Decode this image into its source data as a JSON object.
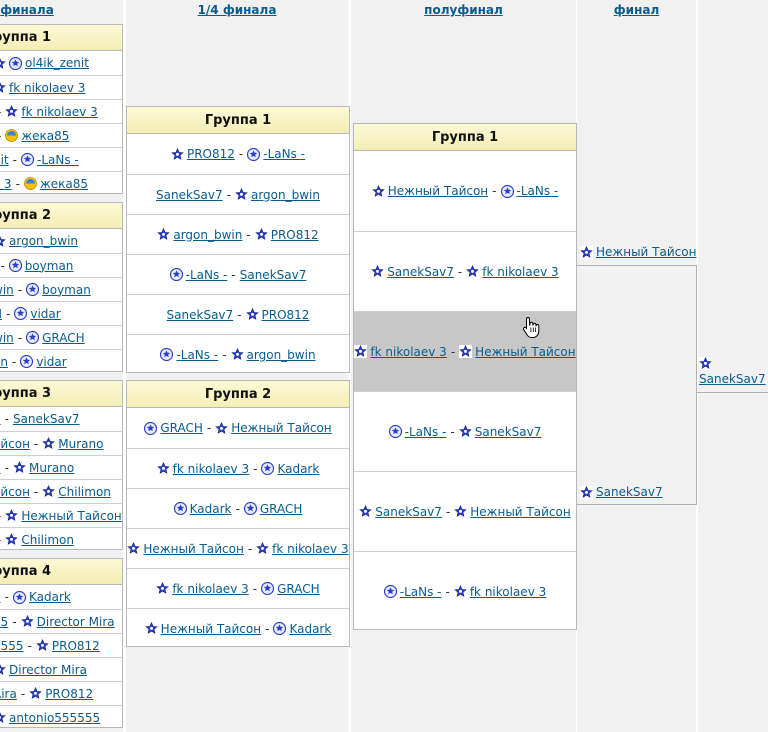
{
  "columns": {
    "r16": "финала",
    "qf": "1/4 финала",
    "sf": "полуфинал",
    "final": "финал"
  },
  "groups_r16": [
    {
      "title": "руппа 1",
      "rows": [
        {
          "a": {
            "name": "",
            "icon": "star-user-icon"
          },
          "b": {
            "name": "ol4ik_zenit",
            "icon": "badge-user-icon"
          },
          "sep": ""
        },
        {
          "a": {
            "name": "",
            "icon": ""
          },
          "b": {
            "name": "fk nikolaev 3",
            "icon": "star-user-icon"
          },
          "sep": ""
        },
        {
          "a": {
            "name": "",
            "icon": ""
          },
          "b": {
            "name": "fk nikolaev 3",
            "icon": "star-user-icon"
          },
          "sep": "-"
        },
        {
          "a": {
            "name": "",
            "icon": ""
          },
          "b": {
            "name": "жека85",
            "icon": "sun-user-icon"
          },
          "sep": "-"
        },
        {
          "a": {
            "name": "nit",
            "icon": ""
          },
          "b": {
            "name": "-LaNs -",
            "icon": "badge-user-icon"
          },
          "sep": "-"
        },
        {
          "a": {
            "name": "v 3",
            "icon": ""
          },
          "b": {
            "name": "жека85",
            "icon": "sun-user-icon"
          },
          "sep": "-"
        }
      ]
    },
    {
      "title": "руппа 2",
      "rows": [
        {
          "a": {
            "name": "",
            "icon": ""
          },
          "b": {
            "name": "argon_bwin",
            "icon": "star-user-icon"
          },
          "sep": ""
        },
        {
          "a": {
            "name": "l",
            "icon": ""
          },
          "b": {
            "name": "boyman",
            "icon": "badge-user-icon"
          },
          "sep": "-"
        },
        {
          "a": {
            "name": "win",
            "icon": ""
          },
          "b": {
            "name": "boyman",
            "icon": "badge-user-icon"
          },
          "sep": "-"
        },
        {
          "a": {
            "name": "H",
            "icon": ""
          },
          "b": {
            "name": "vidar",
            "icon": "badge-user-icon"
          },
          "sep": "-"
        },
        {
          "a": {
            "name": "win",
            "icon": ""
          },
          "b": {
            "name": "GRACH",
            "icon": "badge-user-icon"
          },
          "sep": "-"
        },
        {
          "a": {
            "name": "an",
            "icon": ""
          },
          "b": {
            "name": "vidar",
            "icon": "badge-user-icon"
          },
          "sep": "-"
        }
      ]
    },
    {
      "title": "руппа 3",
      "rows": [
        {
          "a": {
            "name": "n",
            "icon": ""
          },
          "b": {
            "name": "SanekSav7",
            "icon": ""
          },
          "sep": "-"
        },
        {
          "a": {
            "name": "айсон",
            "icon": ""
          },
          "b": {
            "name": "Murano",
            "icon": "star-user-icon"
          },
          "sep": "-"
        },
        {
          "a": {
            "name": "7",
            "icon": ""
          },
          "b": {
            "name": "Murano",
            "icon": "star-user-icon"
          },
          "sep": "-"
        },
        {
          "a": {
            "name": "айсон",
            "icon": ""
          },
          "b": {
            "name": "Chilimon",
            "icon": "star-user-icon"
          },
          "sep": "-"
        },
        {
          "a": {
            "name": "",
            "icon": ""
          },
          "b": {
            "name": "Нежный Тайсон",
            "icon": "star-user-icon"
          },
          "sep": "-"
        },
        {
          "a": {
            "name": "",
            "icon": ""
          },
          "b": {
            "name": "Chilimon",
            "icon": "star-user-icon"
          },
          "sep": "-"
        }
      ]
    },
    {
      "title": "руппа 4",
      "rows": [
        {
          "a": {
            "name": "2",
            "icon": ""
          },
          "b": {
            "name": "Kadark",
            "icon": "badge-user-icon"
          },
          "sep": "-"
        },
        {
          "a": {
            "name": "55",
            "icon": ""
          },
          "b": {
            "name": "Director Mira",
            "icon": "star-user-icon"
          },
          "sep": "-"
        },
        {
          "a": {
            "name": "5555",
            "icon": ""
          },
          "b": {
            "name": "PRO812",
            "icon": "star-user-icon"
          },
          "sep": "-"
        },
        {
          "a": {
            "name": "",
            "icon": ""
          },
          "b": {
            "name": "Director Mira",
            "icon": "star-user-icon"
          },
          "sep": ""
        },
        {
          "a": {
            "name": "Aira",
            "icon": ""
          },
          "b": {
            "name": "PRO812",
            "icon": "star-user-icon"
          },
          "sep": "-"
        },
        {
          "a": {
            "name": "",
            "icon": ""
          },
          "b": {
            "name": "antonio555555",
            "icon": "star-user-icon"
          },
          "sep": ""
        }
      ]
    }
  ],
  "groups_qf": [
    {
      "title": "Группа 1",
      "rows": [
        {
          "a": {
            "name": "PRO812",
            "icon": "star-user-icon"
          },
          "b": {
            "name": "-LaNs -",
            "icon": "badge-user-icon"
          }
        },
        {
          "a": {
            "name": "SanekSav7",
            "icon": ""
          },
          "b": {
            "name": "argon_bwin",
            "icon": "star-user-icon"
          }
        },
        {
          "a": {
            "name": "argon_bwin",
            "icon": "star-user-icon"
          },
          "b": {
            "name": "PRO812",
            "icon": "star-user-icon"
          }
        },
        {
          "a": {
            "name": "-LaNs -",
            "icon": "badge-user-icon"
          },
          "b": {
            "name": "SanekSav7",
            "icon": ""
          }
        },
        {
          "a": {
            "name": "SanekSav7",
            "icon": ""
          },
          "b": {
            "name": "PRO812",
            "icon": "star-user-icon"
          }
        },
        {
          "a": {
            "name": "-LaNs -",
            "icon": "badge-user-icon"
          },
          "b": {
            "name": "argon_bwin",
            "icon": "star-user-icon"
          }
        }
      ]
    },
    {
      "title": "Группа 2",
      "rows": [
        {
          "a": {
            "name": "GRACH",
            "icon": "badge-user-icon"
          },
          "b": {
            "name": "Нежный Тайсон",
            "icon": "star-user-icon"
          }
        },
        {
          "a": {
            "name": "fk nikolaev 3",
            "icon": "star-user-icon"
          },
          "b": {
            "name": "Kadark",
            "icon": "badge-user-icon"
          }
        },
        {
          "a": {
            "name": "Kadark",
            "icon": "badge-user-icon"
          },
          "b": {
            "name": "GRACH",
            "icon": "badge-user-icon"
          }
        },
        {
          "a": {
            "name": "Нежный Тайсон",
            "icon": "star-user-icon"
          },
          "b": {
            "name": "fk nikolaev 3",
            "icon": "star-user-icon"
          }
        },
        {
          "a": {
            "name": "fk nikolaev 3",
            "icon": "star-user-icon"
          },
          "b": {
            "name": "GRACH",
            "icon": "badge-user-icon"
          }
        },
        {
          "a": {
            "name": "Нежный Тайсон",
            "icon": "star-user-icon"
          },
          "b": {
            "name": "Kadark",
            "icon": "badge-user-icon"
          }
        }
      ]
    }
  ],
  "group_sf": {
    "title": "Группа 1",
    "rows": [
      {
        "a": {
          "name": "Нежный Тайсон",
          "icon": "star-user-icon"
        },
        "b": {
          "name": "-LaNs -",
          "icon": "badge-user-icon"
        }
      },
      {
        "a": {
          "name": "SanekSav7",
          "icon": "star-user-icon"
        },
        "b": {
          "name": "fk nikolaev 3",
          "icon": "star-user-icon"
        }
      },
      {
        "a": {
          "name": "fk nikolaev 3",
          "icon": "star-user-icon"
        },
        "b": {
          "name": "Нежный Тайсон",
          "icon": "star-user-icon"
        },
        "highlight": true
      },
      {
        "a": {
          "name": "-LaNs -",
          "icon": "badge-user-icon"
        },
        "b": {
          "name": "SanekSav7",
          "icon": "star-user-icon"
        }
      },
      {
        "a": {
          "name": "SanekSav7",
          "icon": "star-user-icon"
        },
        "b": {
          "name": "Нежный Тайсон",
          "icon": "star-user-icon"
        }
      },
      {
        "a": {
          "name": "-LaNs -",
          "icon": "badge-user-icon"
        },
        "b": {
          "name": "fk nikolaev 3",
          "icon": "star-user-icon"
        }
      }
    ]
  },
  "final": {
    "top": {
      "name": "Нежный Тайсон",
      "icon": "star-user-icon"
    },
    "bottom": {
      "name": "SanekSav7",
      "icon": "star-user-icon"
    }
  },
  "winner": {
    "name": "SanekSav7",
    "icon": "star-user-icon"
  },
  "colors": {
    "link": "#0a5c8e",
    "column_bg": "#f1f1f1",
    "group_head": "#f4eeb5",
    "highlight_row": "#c7c7c7",
    "icon_blue": "#2a3fc8"
  }
}
